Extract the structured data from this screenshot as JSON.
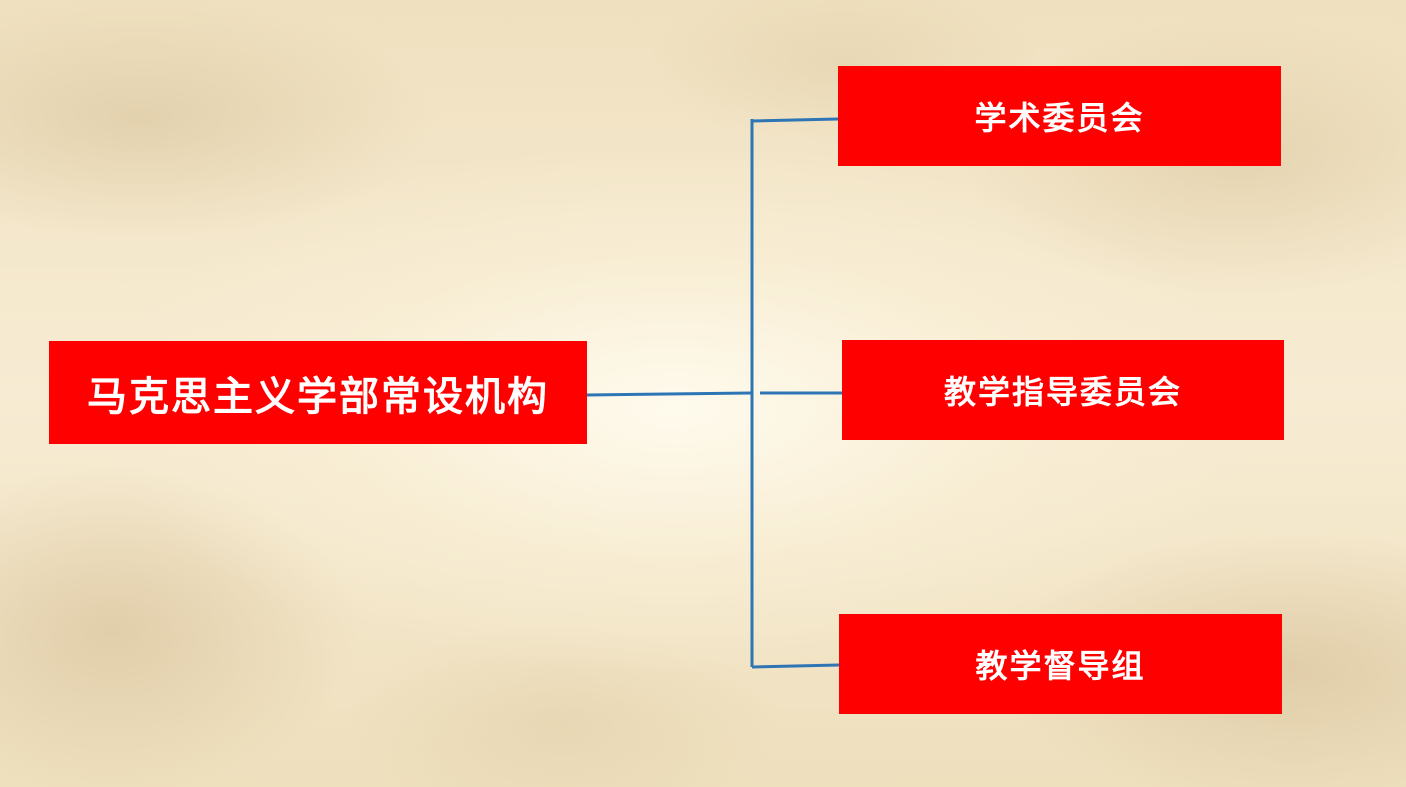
{
  "diagram": {
    "root": {
      "label": "马克思主义学部常设机构"
    },
    "children": [
      {
        "label": "学术委员会"
      },
      {
        "label": "教学指导委员会"
      },
      {
        "label": "教学督导组"
      }
    ],
    "colors": {
      "box_fill": "#ff0000",
      "box_text": "#ffffff",
      "connector": "#2e75b6",
      "background": "#f3e6c8"
    }
  }
}
